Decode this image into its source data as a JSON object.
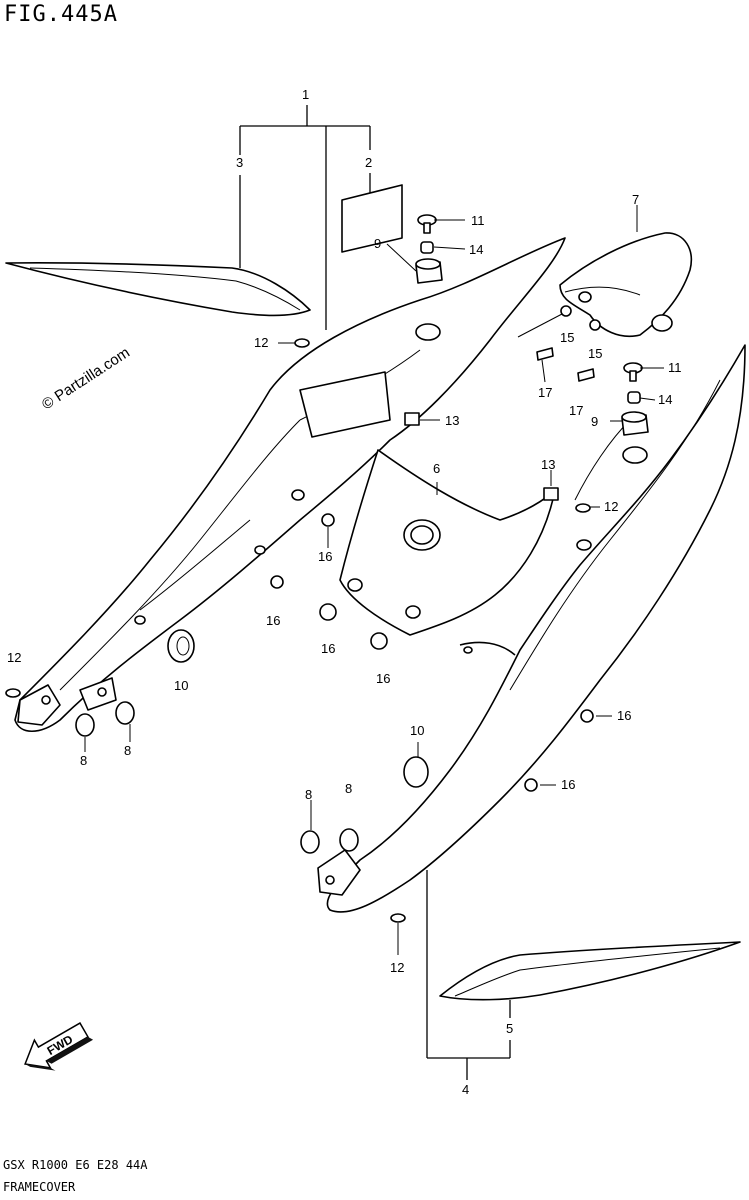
{
  "figure": {
    "title": "FIG.445A",
    "footer_code": "GSX R1000 E6 E28 44A",
    "footer_name": "FRAMECOVER",
    "watermark": "© Partzilla.com",
    "fwd_label": "FWD"
  },
  "callouts": [
    {
      "id": "c1",
      "text": "1"
    },
    {
      "id": "c2",
      "text": "2"
    },
    {
      "id": "c3",
      "text": "3"
    },
    {
      "id": "c4",
      "text": "4"
    },
    {
      "id": "c5",
      "text": "5"
    },
    {
      "id": "c6",
      "text": "6"
    },
    {
      "id": "c7",
      "text": "7"
    },
    {
      "id": "c8a",
      "text": "8"
    },
    {
      "id": "c8b",
      "text": "8"
    },
    {
      "id": "c8c",
      "text": "8"
    },
    {
      "id": "c8d",
      "text": "8"
    },
    {
      "id": "c9a",
      "text": "9"
    },
    {
      "id": "c9b",
      "text": "9"
    },
    {
      "id": "c10a",
      "text": "10"
    },
    {
      "id": "c10b",
      "text": "10"
    },
    {
      "id": "c11a",
      "text": "11"
    },
    {
      "id": "c11b",
      "text": "11"
    },
    {
      "id": "c12a",
      "text": "12"
    },
    {
      "id": "c12b",
      "text": "12"
    },
    {
      "id": "c12c",
      "text": "12"
    },
    {
      "id": "c12d",
      "text": "12"
    },
    {
      "id": "c13a",
      "text": "13"
    },
    {
      "id": "c13b",
      "text": "13"
    },
    {
      "id": "c14a",
      "text": "14"
    },
    {
      "id": "c14b",
      "text": "14"
    },
    {
      "id": "c15a",
      "text": "15"
    },
    {
      "id": "c15b",
      "text": "15"
    },
    {
      "id": "c16a",
      "text": "16"
    },
    {
      "id": "c16b",
      "text": "16"
    },
    {
      "id": "c16c",
      "text": "16"
    },
    {
      "id": "c16d",
      "text": "16"
    },
    {
      "id": "c16e",
      "text": "16"
    },
    {
      "id": "c16f",
      "text": "16"
    },
    {
      "id": "c17a",
      "text": "17"
    },
    {
      "id": "c17b",
      "text": "17"
    }
  ]
}
